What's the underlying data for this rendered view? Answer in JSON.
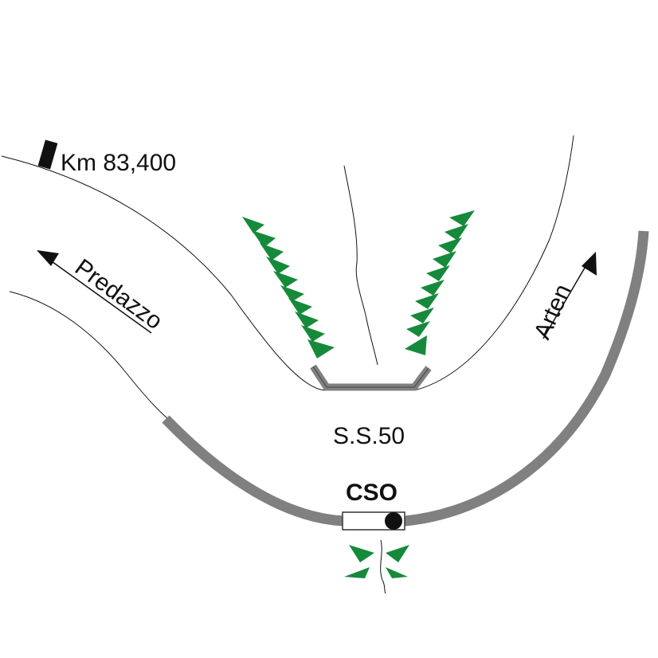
{
  "labels": {
    "km": "Km 83,400",
    "predazzo": "Predazzo",
    "arten": "Arten",
    "road": "S.S.50",
    "cso": "CSO"
  },
  "colors": {
    "guardrail": "#808080",
    "vegetation": "#158a3a",
    "line": "#111111",
    "background": "#ffffff"
  },
  "icons": {
    "marker": "km-marker-icon",
    "direction_arrow": "arrow-icon",
    "tree": "tree-triangle-icon",
    "sensor": "sensor-dot-icon"
  }
}
